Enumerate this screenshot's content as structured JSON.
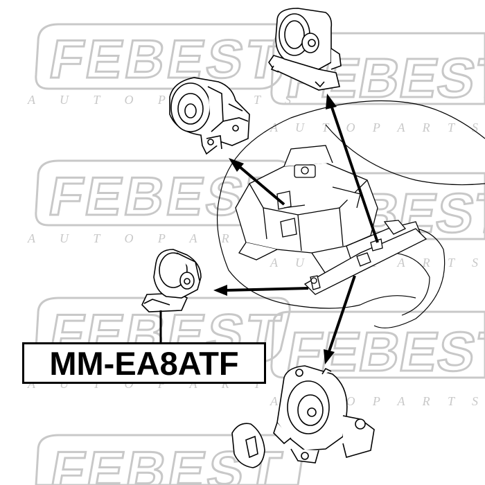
{
  "watermark": {
    "brand": "FEBEST",
    "tagline": "A U T O   P A R T S",
    "color": "#c8c8c8"
  },
  "part_label": {
    "code": "MM-EA8ATF"
  },
  "colors": {
    "line": "#000000",
    "background": "#ffffff"
  }
}
